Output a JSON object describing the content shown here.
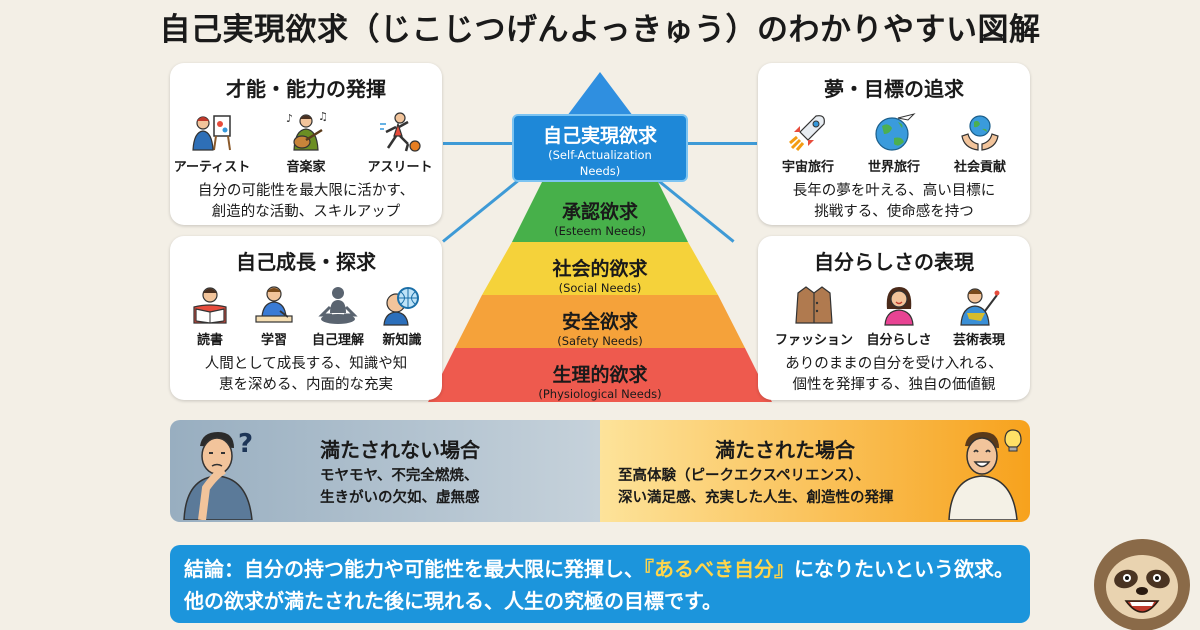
{
  "title": "自己実現欲求（じこじつげんよっきゅう）のわかりやすい図解",
  "pyramid": {
    "top": {
      "jp": "自己実現欲求",
      "en1": "(Self-Actualization",
      "en2": "Needs)"
    },
    "levels": [
      {
        "jp": "承認欲求",
        "en": "(Esteem Needs)",
        "color": "#47b04a"
      },
      {
        "jp": "社会的欲求",
        "en": "(Social Needs)",
        "color": "#f5d23a"
      },
      {
        "jp": "安全欲求",
        "en": "(Safety Needs)",
        "color": "#f5a23a"
      },
      {
        "jp": "生理的欲求",
        "en": "(Physiological Needs)",
        "color": "#ee5a4e"
      }
    ],
    "apex_color": "#2f8fe0"
  },
  "cards": {
    "talent": {
      "title": "才能・能力の発揮",
      "icons": [
        {
          "label": "アーティスト",
          "icon": "artist-icon"
        },
        {
          "label": "音楽家",
          "icon": "musician-icon"
        },
        {
          "label": "アスリート",
          "icon": "athlete-icon"
        }
      ],
      "desc1": "自分の可能性を最大限に活かす、",
      "desc2": "創造的な活動、スキルアップ"
    },
    "growth": {
      "title": "自己成長・探求",
      "icons": [
        {
          "label": "読書",
          "icon": "reading-icon"
        },
        {
          "label": "学習",
          "icon": "study-icon"
        },
        {
          "label": "自己理解",
          "icon": "meditation-icon"
        },
        {
          "label": "新知識",
          "icon": "knowledge-icon"
        }
      ],
      "desc1": "人間として成長する、知識や知",
      "desc2": "恵を深める、内面的な充実"
    },
    "dream": {
      "title": "夢・目標の追求",
      "icons": [
        {
          "label": "宇宙旅行",
          "icon": "rocket-icon"
        },
        {
          "label": "世界旅行",
          "icon": "globe-icon"
        },
        {
          "label": "社会貢献",
          "icon": "hands-globe-icon"
        }
      ],
      "desc1": "長年の夢を叶える、高い目標に",
      "desc2": "挑戦する、使命感を持つ"
    },
    "self": {
      "title": "自分らしさの表現",
      "icons": [
        {
          "label": "ファッション",
          "icon": "coat-icon"
        },
        {
          "label": "自分らしさ",
          "icon": "woman-icon"
        },
        {
          "label": "芸術表現",
          "icon": "painter-icon"
        }
      ],
      "desc1": "ありのままの自分を受け入れる、",
      "desc2": "個性を発揮する、独自の価値観"
    }
  },
  "compare": {
    "unmet": {
      "title": "満たされない場合",
      "desc1": "モヤモヤ、不完全燃焼、",
      "desc2": "生きがいの欠如、虚無感"
    },
    "met": {
      "title": "満たされた場合",
      "desc1": "至高体験（ピークエクスペリエンス）、",
      "desc2": "深い満足感、充実した人生、創造性の発揮"
    }
  },
  "conclusion": {
    "part1": "結論：自分の持つ能力や可能性を最大限に発揮し、",
    "highlight": "『あるべき自分』",
    "part2": "になりたいという欲求。他の欲求が満たされた後に現れる、人生の究極の目標です。"
  }
}
